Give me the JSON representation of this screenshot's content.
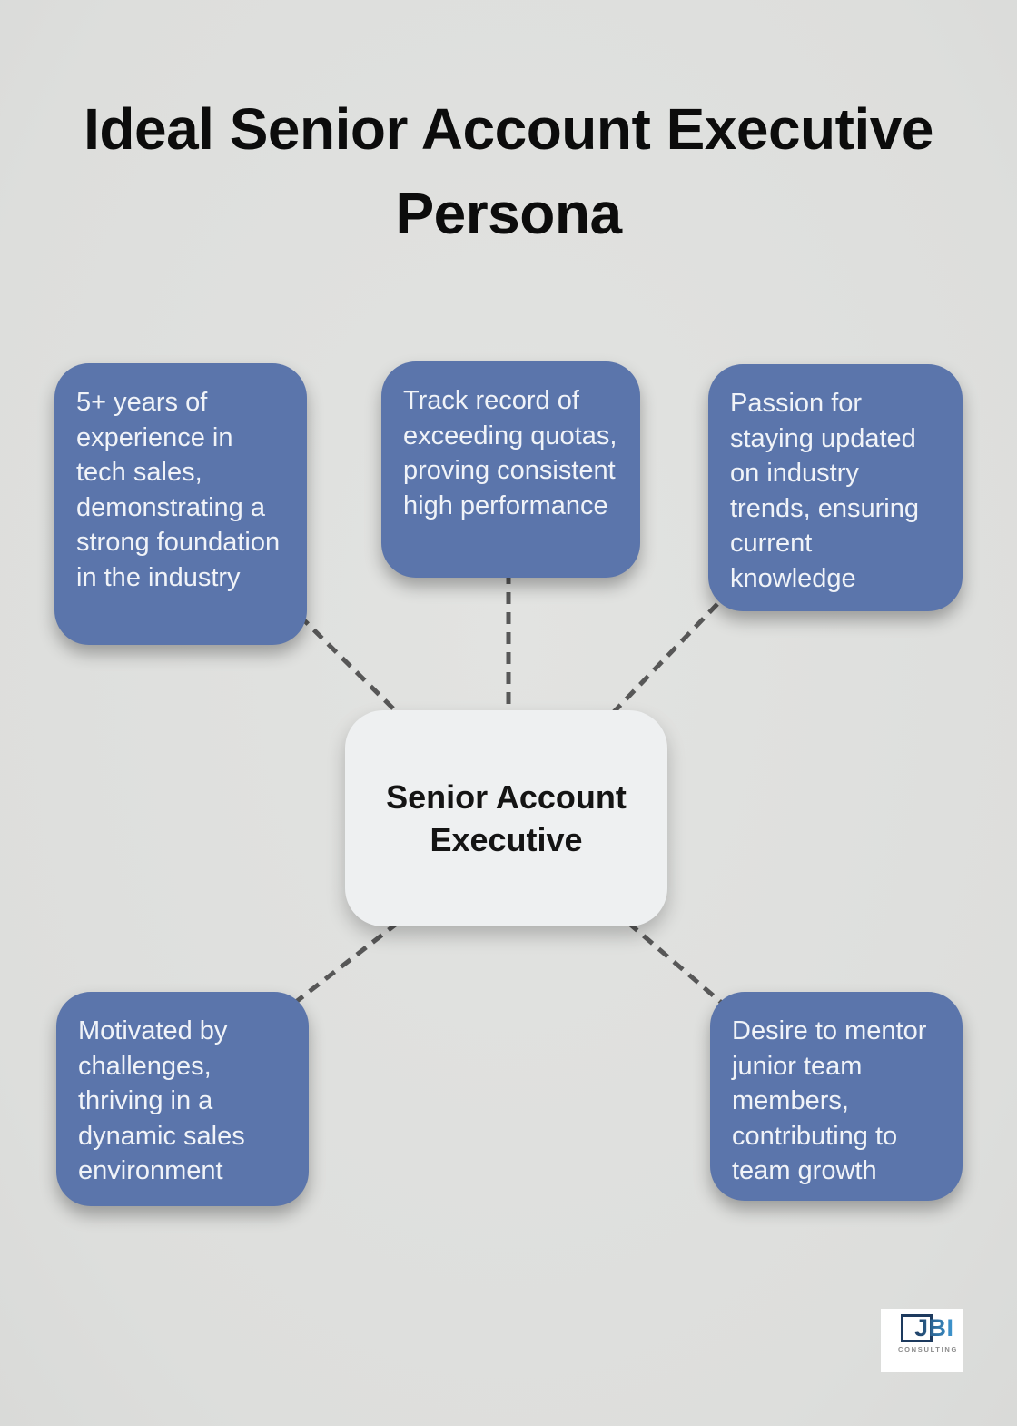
{
  "title": "Ideal Senior Account Executive Persona",
  "center_node": {
    "label": "Senior Account Executive"
  },
  "nodes": [
    {
      "id": "experience",
      "text": "5+ years of experience in tech sales, demonstrating a strong foundation in the industry"
    },
    {
      "id": "track-record",
      "text": "Track record of exceeding quotas, proving consistent high performance"
    },
    {
      "id": "industry-trends",
      "text": "Passion for staying updated on industry trends, ensuring current knowledge"
    },
    {
      "id": "motivation",
      "text": "Motivated by challenges, thriving in a dynamic sales environment"
    },
    {
      "id": "mentorship",
      "text": "Desire to mentor junior team members, contributing to team growth"
    }
  ],
  "logo": {
    "text": "JBI",
    "subtext": "CONSULTING"
  },
  "colors": {
    "background": "#dfe0de",
    "node_fill": "#5b75ab",
    "node_text": "#f0f3f8",
    "center_fill": "#eef0f1",
    "center_text": "#141414",
    "connector": "#575757",
    "title_text": "#0c0c0c",
    "logo_navy": "#1d3a5e",
    "logo_blue": "#3d93cc",
    "logo_subtext": "#8c8c8c"
  }
}
